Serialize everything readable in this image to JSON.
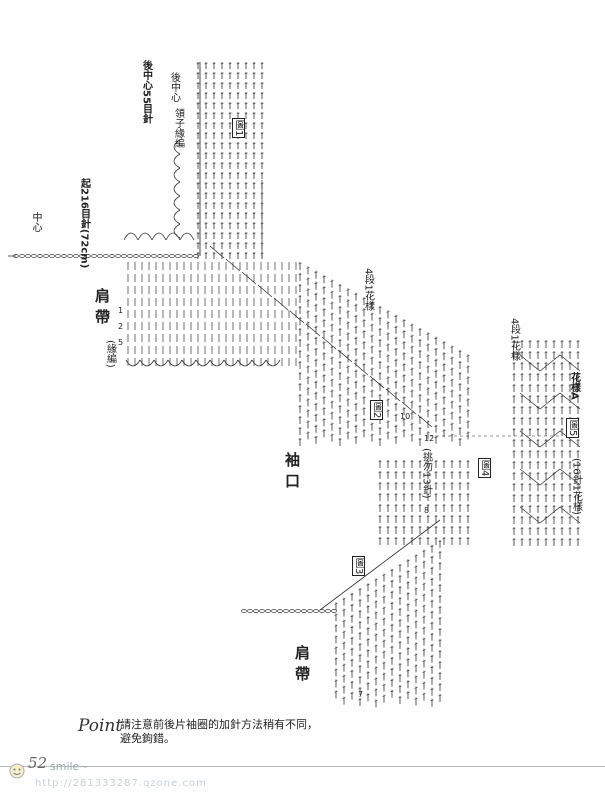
{
  "labels": {
    "back_center_55": "後中心55目針",
    "back_center": "後中心",
    "chart1": "圖1",
    "collar_edge": "領子緣編",
    "start_216": "起216目針(72cm)",
    "center": "中心",
    "shoulder_strap_top": "肩帶",
    "edge_knit": "(緣編)",
    "four_rows_a": "4段1花樣",
    "four_rows_b": "4段1花樣",
    "chart2": "圖2",
    "armhole": "袖口",
    "chart4": "圖4",
    "pick_13": "(挑勿13針)",
    "chart5": "圖5",
    "pattern_a": "花樣A",
    "sixteen_stitch": "(16針1花樣)",
    "chart3": "圖3",
    "shoulder_strap_bottom": "肩帶",
    "row_numbers": [
      "10",
      "12",
      "8",
      "7",
      "5",
      "1",
      "2"
    ]
  },
  "point": {
    "word": "Point",
    "text": "請注意前後片袖圈的加針方法稍有不同，避免鉤錯。"
  },
  "footer": {
    "page_number": "52",
    "watermark": "smile~",
    "watermark_url": "http://281333287.qzone.com"
  }
}
